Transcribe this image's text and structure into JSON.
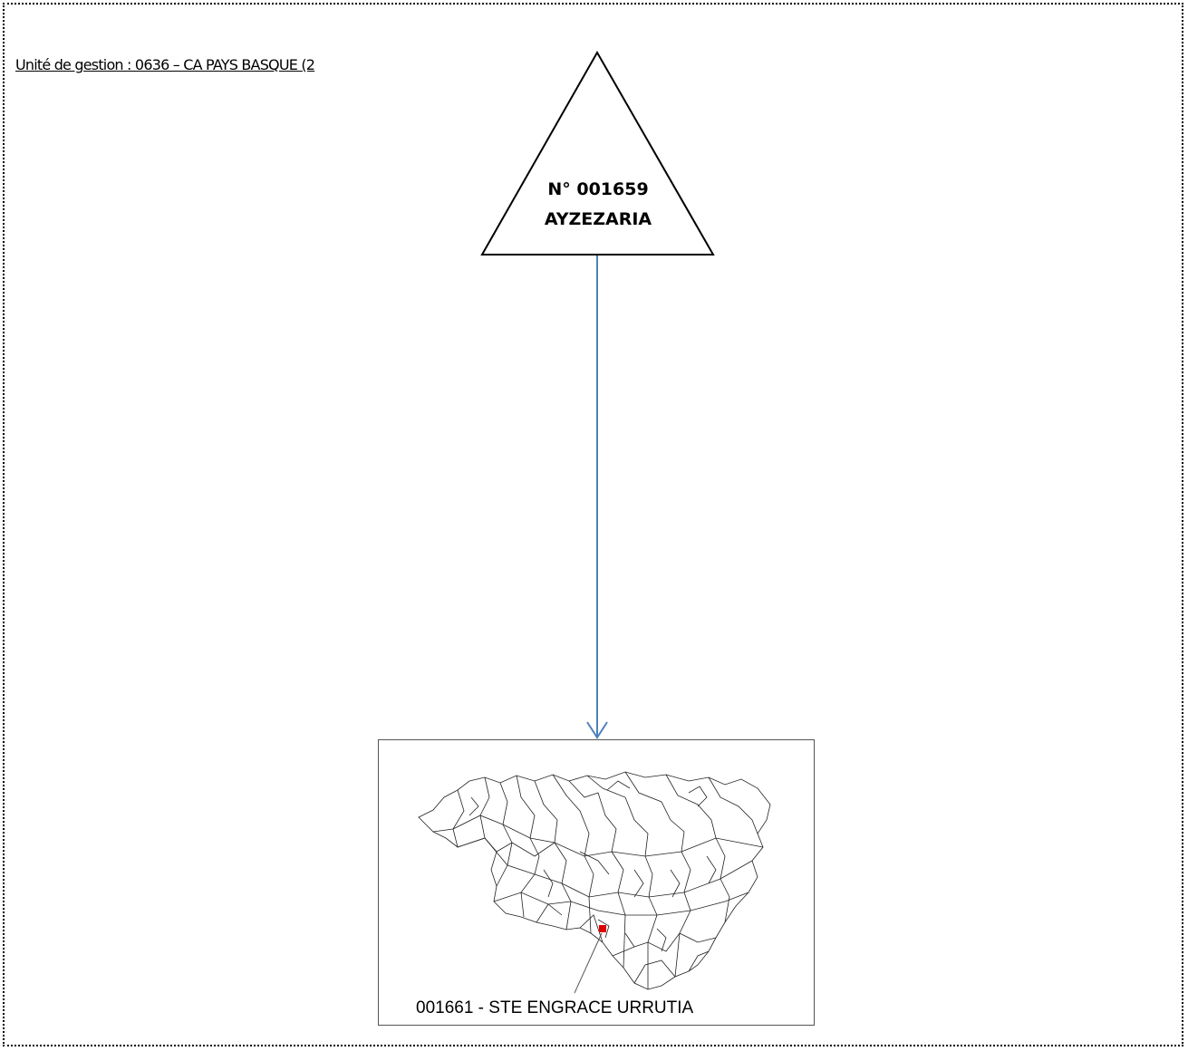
{
  "header": {
    "management_unit": "Unité de gestion : 0636 – CA PAYS BASQUE (2"
  },
  "node": {
    "number": "N° 001659",
    "name": "AYZEZARIA"
  },
  "map": {
    "caption": "001661 - STE ENGRACE URRUTIA",
    "marker_color": "#e00000"
  },
  "colors": {
    "arrow": "#4f81bd",
    "border": "#000000"
  }
}
